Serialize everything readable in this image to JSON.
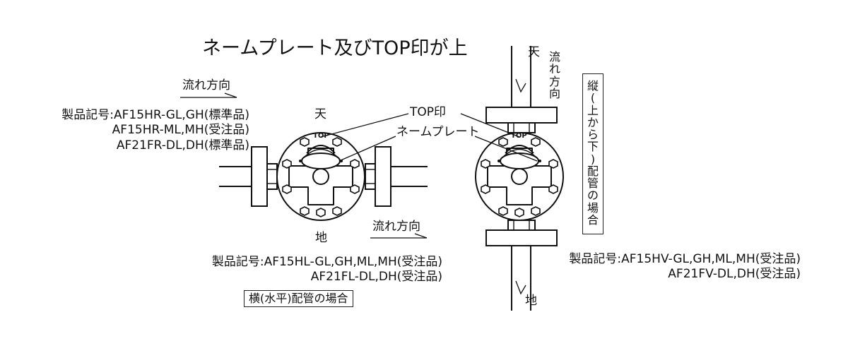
{
  "title": "ネームプレート及びTOP印が上",
  "labels": {
    "top_mark": "TOP印",
    "nameplate": "ネームプレート",
    "ten": "天",
    "chi": "地",
    "flow_dir": "流れ方向",
    "top_tag": "TOP"
  },
  "horizontal": {
    "codes_right": [
      "製品記号:AF15HR-GL,GH(標準品)",
      "AF15HR-ML,MH(受注品)",
      "AF21FR-DL,DH(標準品)"
    ],
    "codes_left": [
      "製品記号:AF15HL-GL,GH,ML,MH(受注品)",
      "AF21FL-DL,DH(受注品)"
    ],
    "caption": "横(水平)配管の場合"
  },
  "vertical": {
    "codes": [
      "製品記号:AF15HV-GL,GH,ML,MH(受注品)",
      "AF21FV-DL,DH(受注品)"
    ],
    "caption": "縦(上から下)配管の場合",
    "flow_chars": "流れ方向"
  }
}
